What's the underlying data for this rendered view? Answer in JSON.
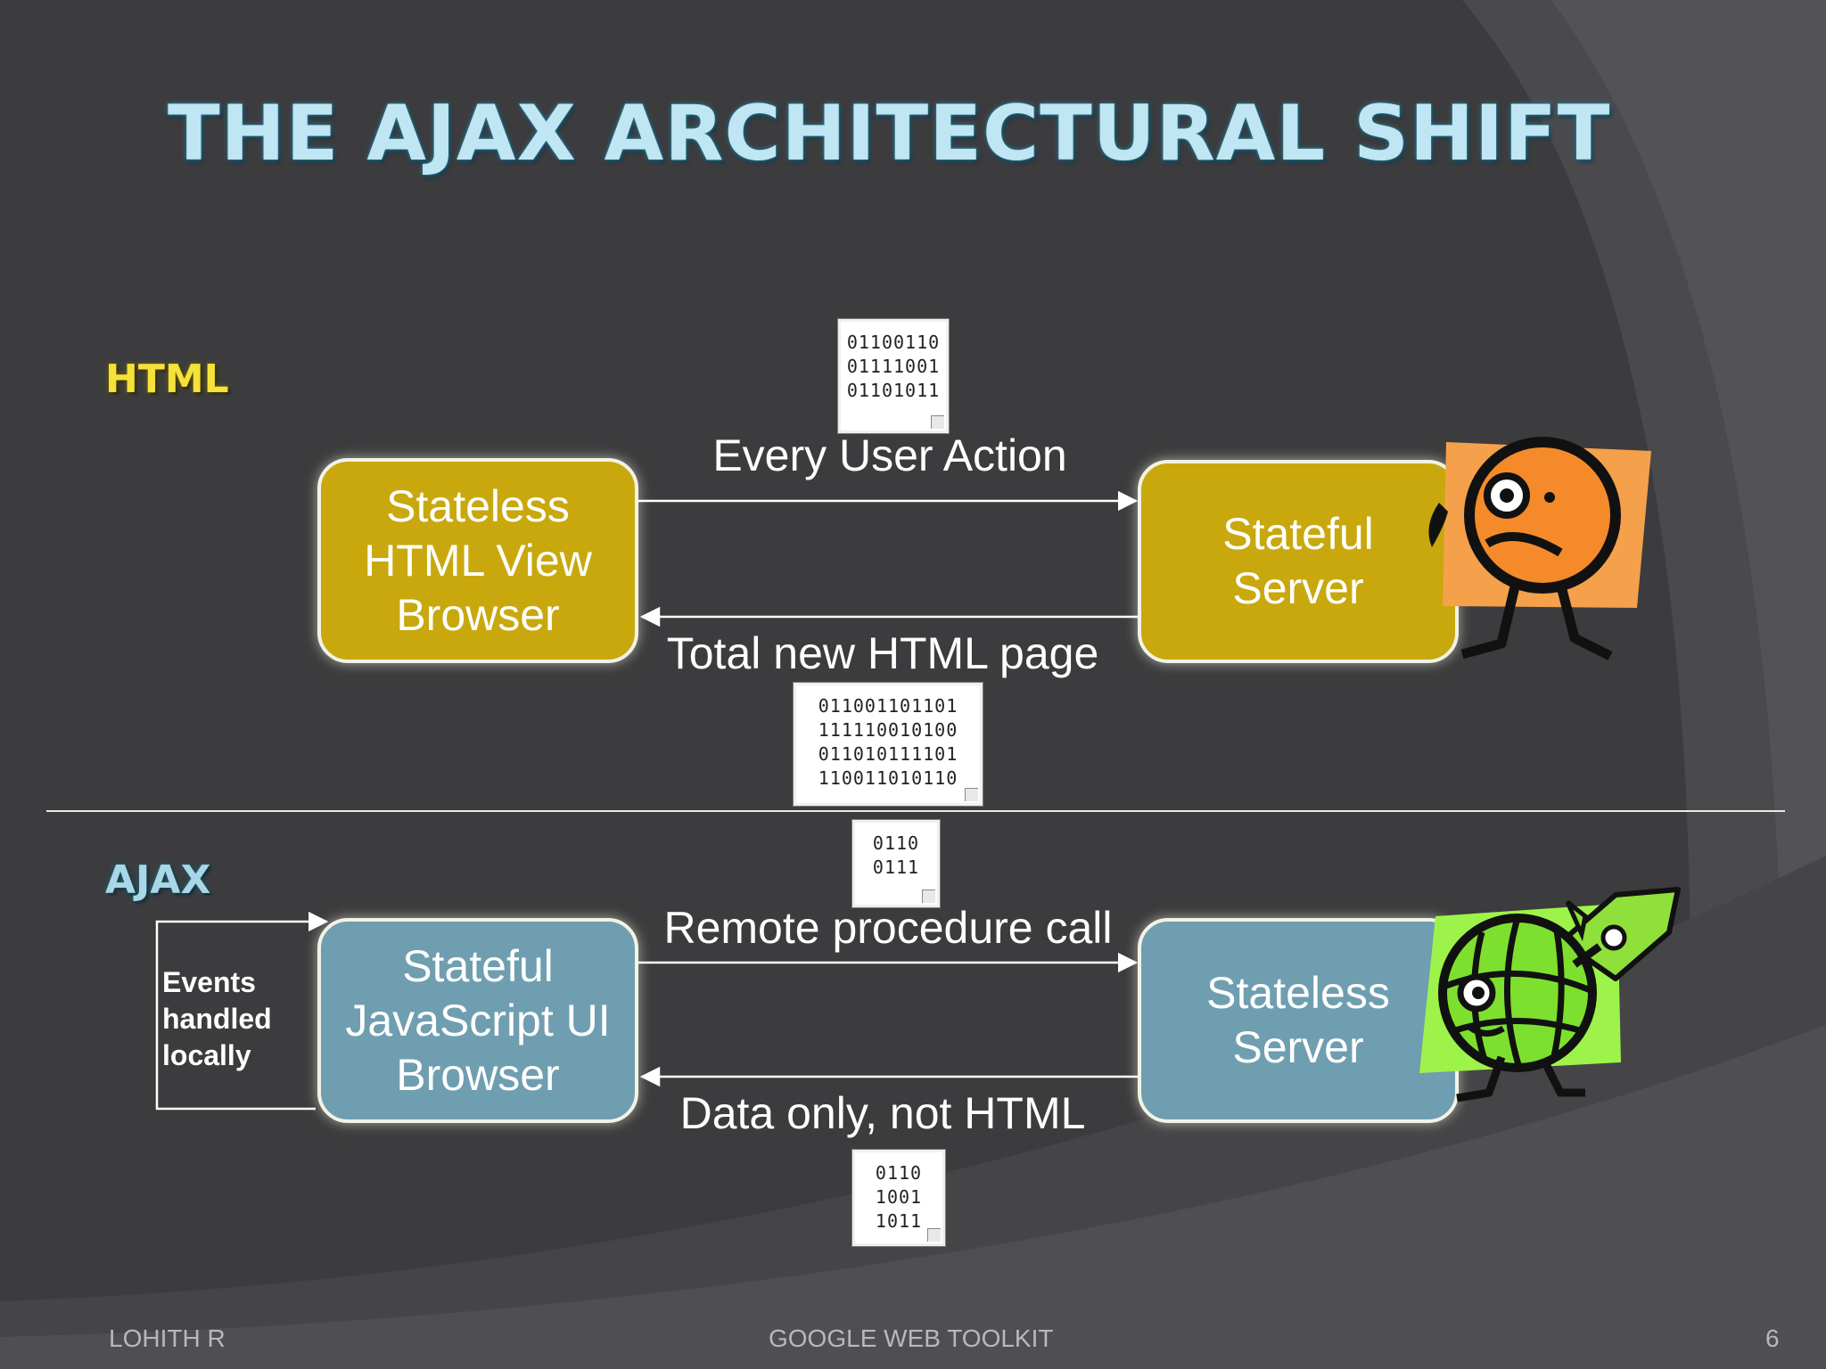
{
  "title": "THE AJAX ARCHITECTURAL SHIFT",
  "sections": {
    "html": {
      "label": "HTML",
      "client": [
        "Stateless",
        "HTML View",
        "Browser"
      ],
      "server": [
        "Stateful",
        "Server"
      ],
      "request_label": "Every User Action",
      "response_label": "Total new HTML page",
      "request_doc": [
        "01100110",
        "01111001",
        "01101011"
      ],
      "response_doc": [
        "011001101101",
        "111110010100",
        "011010111101",
        "110011010110"
      ]
    },
    "ajax": {
      "label": "AJAX",
      "client": [
        "Stateful",
        "JavaScript UI",
        "Browser"
      ],
      "server": [
        "Stateless",
        "Server"
      ],
      "request_label": "Remote procedure call",
      "response_label": "Data only, not HTML",
      "request_doc": [
        "0110",
        "0111"
      ],
      "response_doc": [
        "0110",
        "1001",
        "1011"
      ],
      "events_note": [
        "Events",
        "handled",
        "locally"
      ]
    }
  },
  "colors": {
    "background": "#3c3c3e",
    "html_box": "#c8a80d",
    "ajax_box": "#6f9eb0",
    "title": "#bfe6f2",
    "html_label": "#f5e23a"
  },
  "icons": {
    "stateful_server": "worried-character-icon",
    "stateless_server": "happy-globe-rocket-icon"
  },
  "footer": {
    "author": "LOHITH  R",
    "topic": "GOOGLE WEB TOOLKIT",
    "page": "6"
  }
}
